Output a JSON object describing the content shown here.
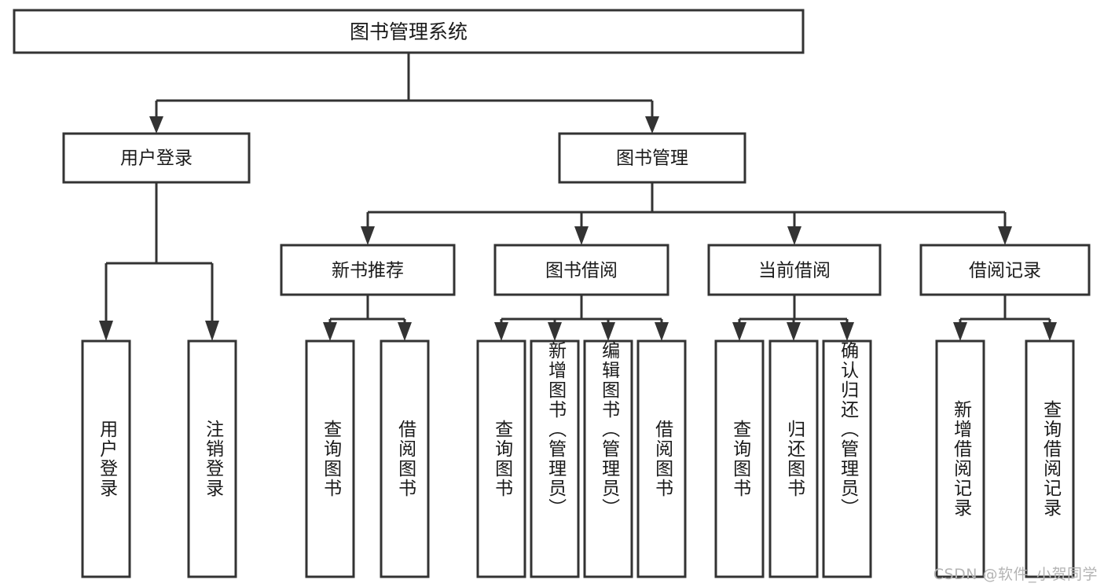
{
  "diagram": {
    "kind": "tree-hierarchy-chart",
    "root": {
      "id": "root",
      "label": "图书管理系统"
    },
    "level1": [
      {
        "id": "user-login",
        "label": "用户登录"
      },
      {
        "id": "book-manage",
        "label": "图书管理"
      }
    ],
    "level2": [
      {
        "id": "new-book-recommend",
        "label": "新书推荐",
        "parent": "book-manage"
      },
      {
        "id": "book-borrow",
        "label": "图书借阅",
        "parent": "book-manage"
      },
      {
        "id": "current-borrow",
        "label": "当前借阅",
        "parent": "book-manage"
      },
      {
        "id": "borrow-record",
        "label": "借阅记录",
        "parent": "book-manage"
      }
    ],
    "leaves": {
      "user-login": [
        {
          "id": "leaf-user-login",
          "label": "用户登录"
        },
        {
          "id": "leaf-logout",
          "label": "注销登录"
        }
      ],
      "new-book-recommend": [
        {
          "id": "leaf-query-book-1",
          "label": "查询图书"
        },
        {
          "id": "leaf-borrow-book-1",
          "label": "借阅图书"
        }
      ],
      "book-borrow": [
        {
          "id": "leaf-query-book-2",
          "label": "查询图书"
        },
        {
          "id": "leaf-add-book",
          "label": "新增图书（管理员）"
        },
        {
          "id": "leaf-edit-book",
          "label": "编辑图书（管理员）"
        },
        {
          "id": "leaf-borrow-book-2",
          "label": "借阅图书"
        }
      ],
      "current-borrow": [
        {
          "id": "leaf-query-book-3",
          "label": "查询图书"
        },
        {
          "id": "leaf-return-book",
          "label": "归还图书"
        },
        {
          "id": "leaf-confirm-return",
          "label": "确认归还（管理员）"
        }
      ],
      "borrow-record": [
        {
          "id": "leaf-add-record",
          "label": "新增借阅记录"
        },
        {
          "id": "leaf-query-record",
          "label": "查询借阅记录"
        }
      ]
    }
  },
  "watermark": {
    "text": "CSDN @软件_小贺同学"
  },
  "colors": {
    "stroke": "#333333",
    "fill": "#ffffff",
    "text": "#1a1a1a",
    "watermark": "#b4b4b4"
  }
}
